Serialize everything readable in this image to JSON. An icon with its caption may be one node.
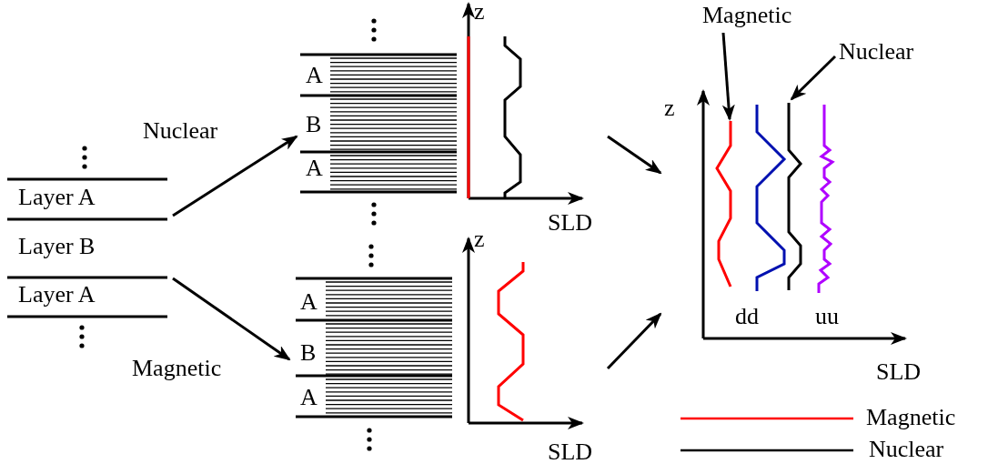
{
  "diagram": {
    "nodes": [
      {
        "text": [
          "Layer A",
          "Layer B",
          "Layer A"
        ]
      },
      {
        "text": [
          "A",
          "B",
          "A",
          "z",
          "SLD"
        ]
      },
      {
        "text": [
          "A",
          "B",
          "A",
          "z",
          "SLD"
        ]
      },
      {
        "text": [
          "Magnetic"
        ]
      },
      {
        "text": [
          "Nuclear"
        ]
      },
      {
        "text": [
          "z",
          "dd",
          "uu",
          "SLD"
        ]
      },
      {
        "text": [],
        "shape": "curve",
        "in": 5
      },
      {
        "text": [],
        "shape": "curve",
        "in": 5
      }
    ],
    "edges": [
      {
        "from": 0,
        "to": 1,
        "arrow": "to",
        "label": "Nuclear"
      },
      {
        "from": 0,
        "to": 2,
        "arrow": "to",
        "label": "Magnetic"
      },
      {
        "from": 1,
        "to": 5,
        "arrow": "to"
      },
      {
        "from": 2,
        "to": 5,
        "arrow": "to"
      },
      {
        "from": 3,
        "to": 6,
        "arrow": "to"
      },
      {
        "from": 4,
        "to": 7,
        "arrow": "to"
      }
    ],
    "legend": [
      {
        "text": "Magnetic"
      },
      {
        "text": "Nuclear"
      }
    ]
  }
}
